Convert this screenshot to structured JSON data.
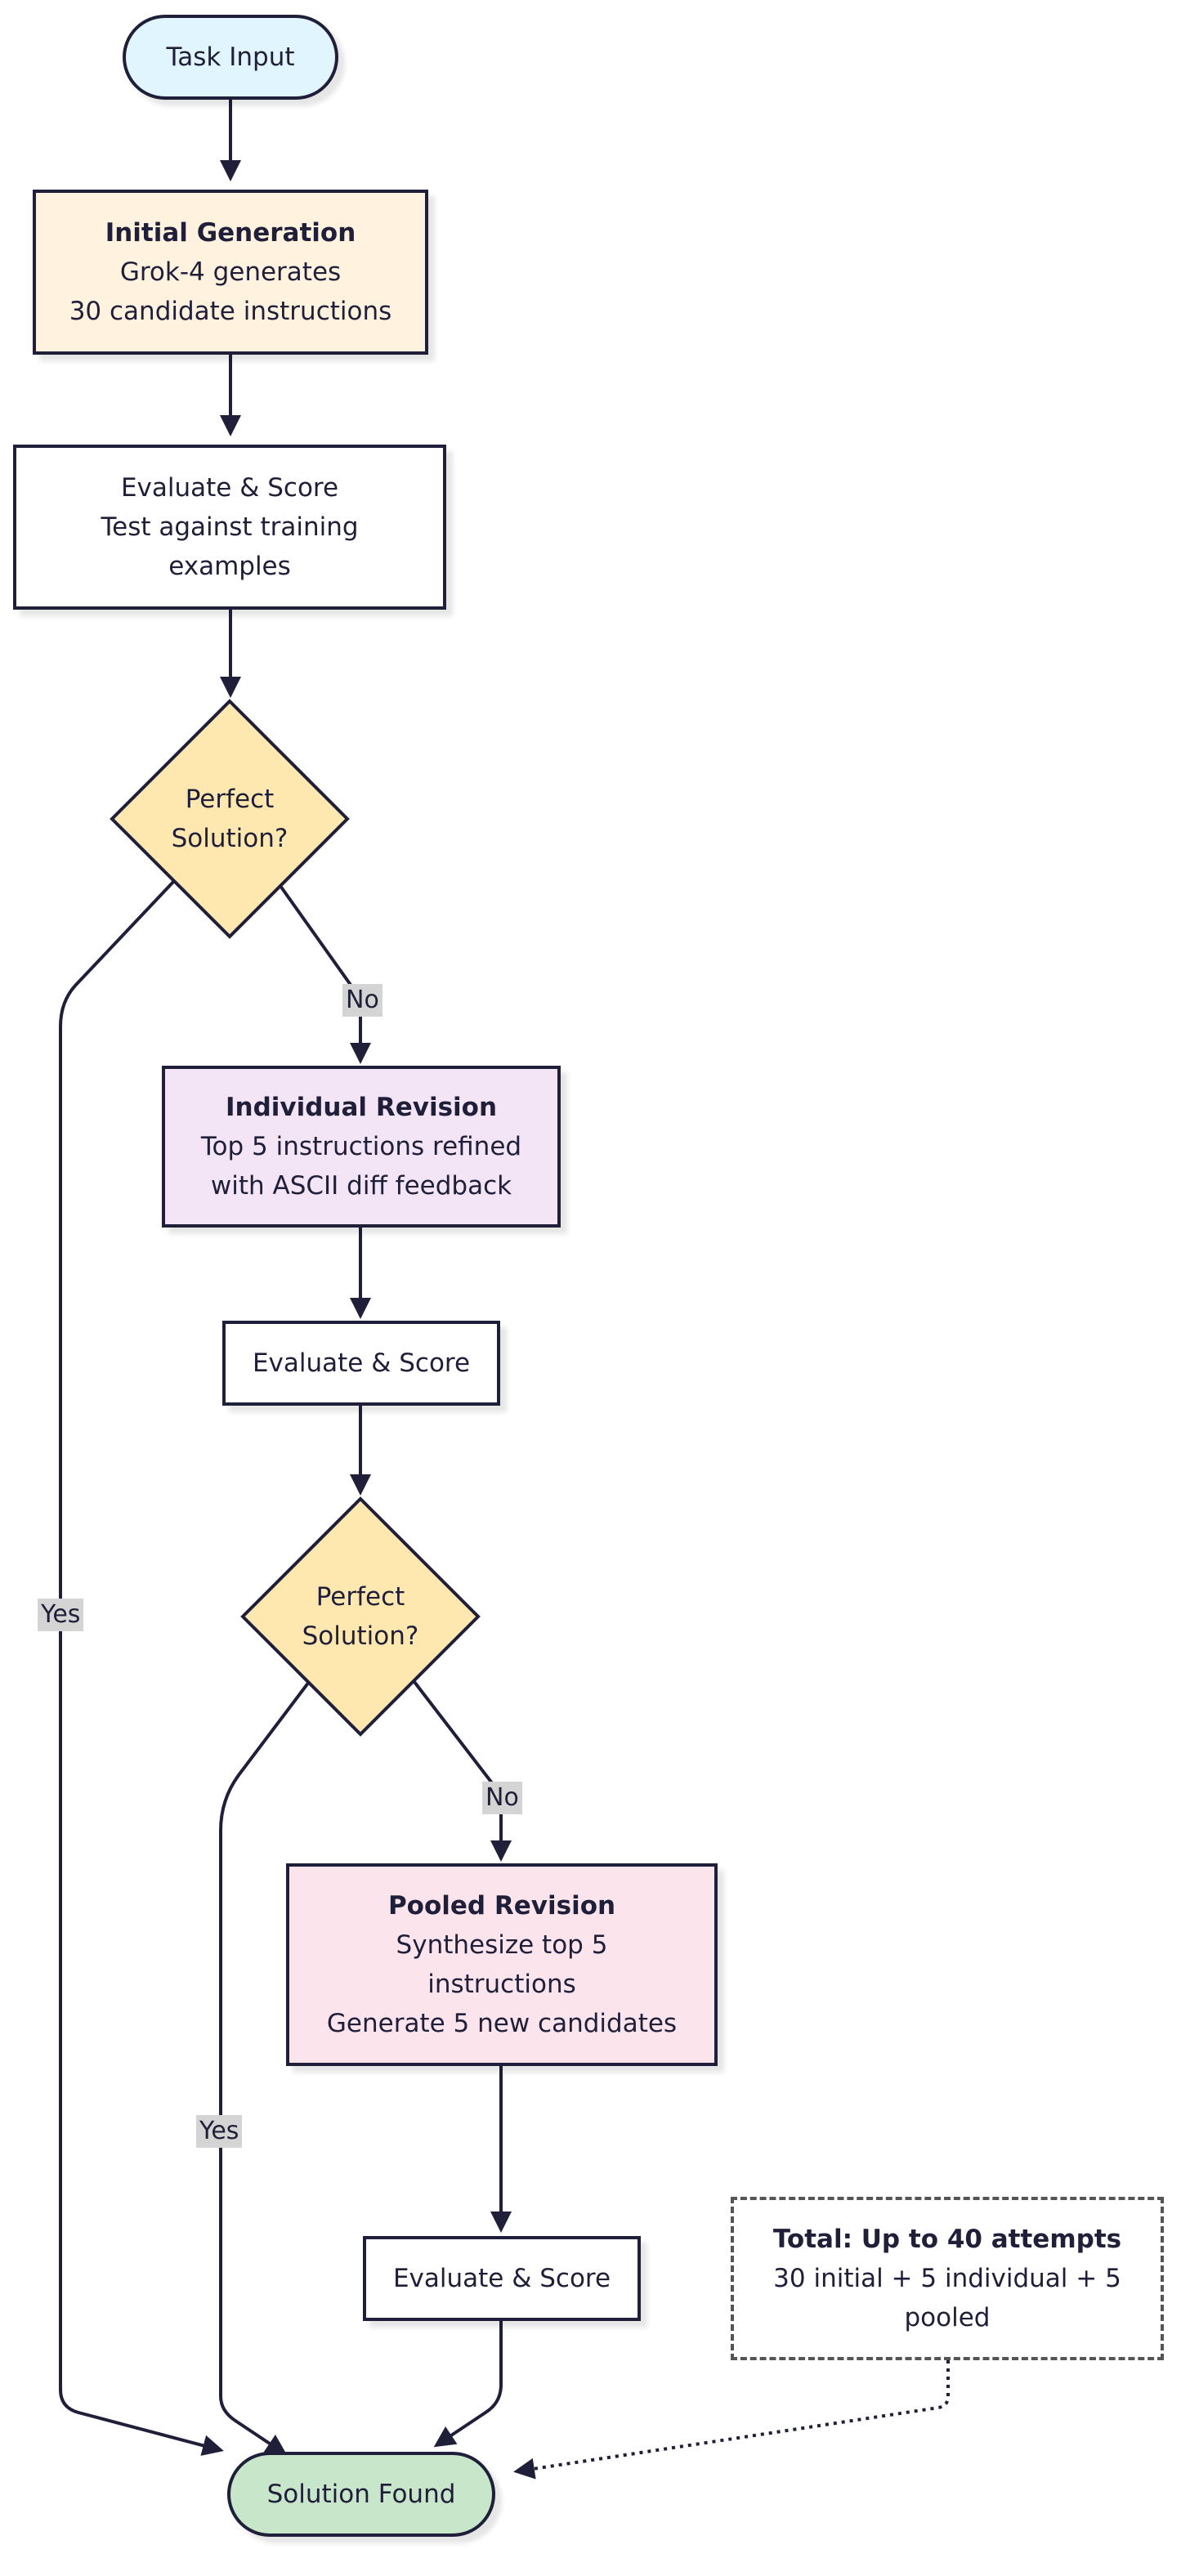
{
  "colors": {
    "stroke": "#1f1f3a",
    "task_input_fill": "#e1f5fe",
    "initial_generation_fill": "#fff3e0",
    "evaluate_fill": "#ffffff",
    "decision_fill": "#ffe8b0",
    "individual_revision_fill": "#f3e5f5",
    "pooled_revision_fill": "#fce4ec",
    "solution_fill": "#c8e6c9",
    "edge_label_bg": "#d4d4d4"
  },
  "nodes": {
    "task_input": {
      "label": "Task Input"
    },
    "initial_generation": {
      "title": "Initial Generation",
      "line1": "Grok-4 generates",
      "line2": "30 candidate instructions"
    },
    "evaluate_1": {
      "line1": "Evaluate & Score",
      "line2": "Test against training",
      "line3": "examples"
    },
    "decision_1": {
      "line1": "Perfect",
      "line2": "Solution?"
    },
    "individual_revision": {
      "title": "Individual Revision",
      "line1": "Top 5 instructions refined",
      "line2": "with ASCII diff feedback"
    },
    "evaluate_2": {
      "label": "Evaluate & Score"
    },
    "decision_2": {
      "line1": "Perfect",
      "line2": "Solution?"
    },
    "pooled_revision": {
      "title": "Pooled Revision",
      "line1": "Synthesize top 5",
      "line2": "instructions",
      "line3": "Generate 5 new candidates"
    },
    "evaluate_3": {
      "label": "Evaluate & Score"
    },
    "solution_found": {
      "label": "Solution Found"
    },
    "total_note": {
      "title": "Total: Up to 40 attempts",
      "line1": "30 initial + 5 individual + 5",
      "line2": "pooled"
    }
  },
  "edge_labels": {
    "no_1": "No",
    "yes_1": "Yes",
    "no_2": "No",
    "yes_2": "Yes"
  }
}
